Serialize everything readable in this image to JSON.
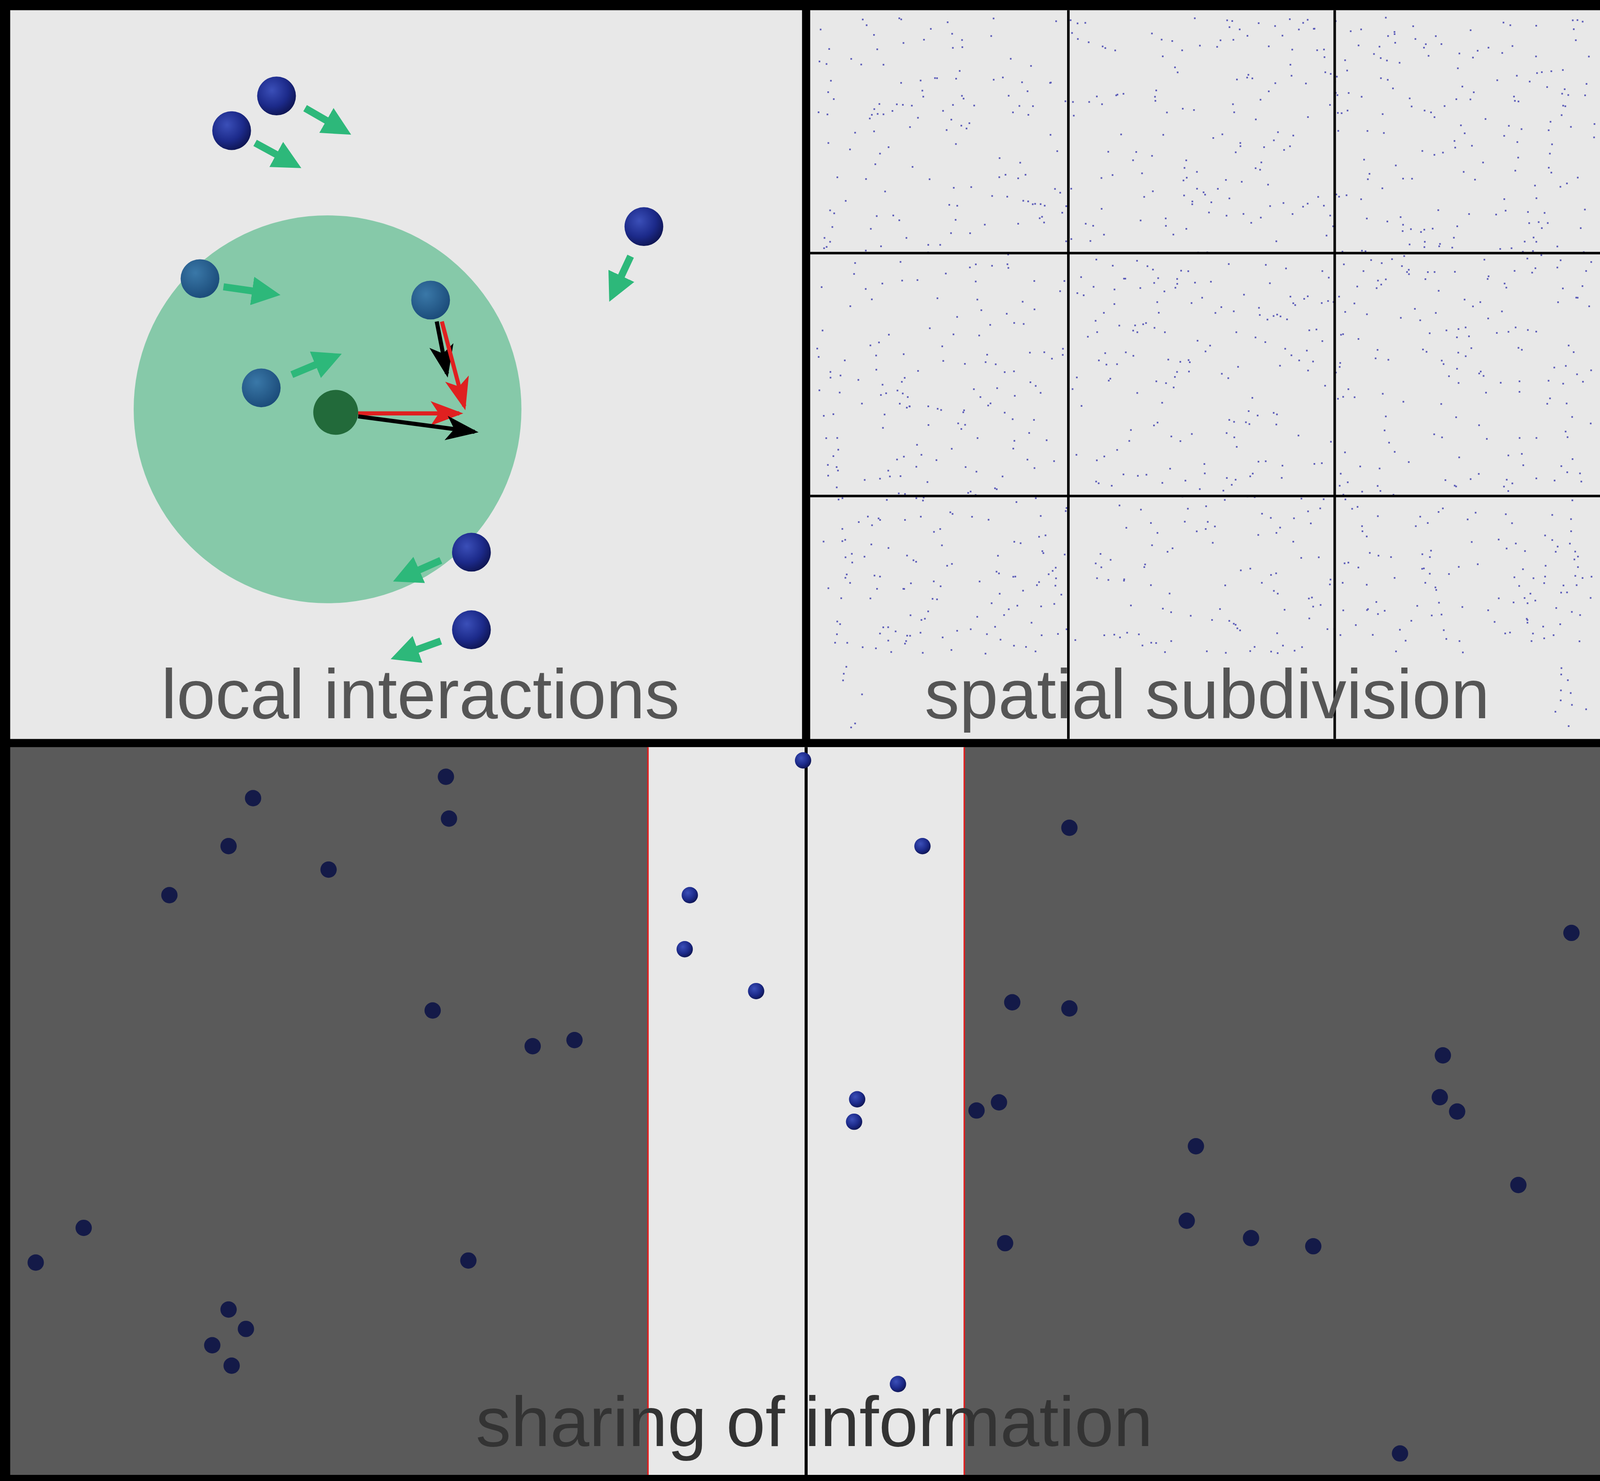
{
  "diagram": {
    "nodes": [
      {
        "text": [
          "local interactions"
        ]
      },
      {
        "text": [
          "spatial subdivision"
        ]
      },
      {
        "text": [
          "sharing of information"
        ]
      }
    ]
  }
}
